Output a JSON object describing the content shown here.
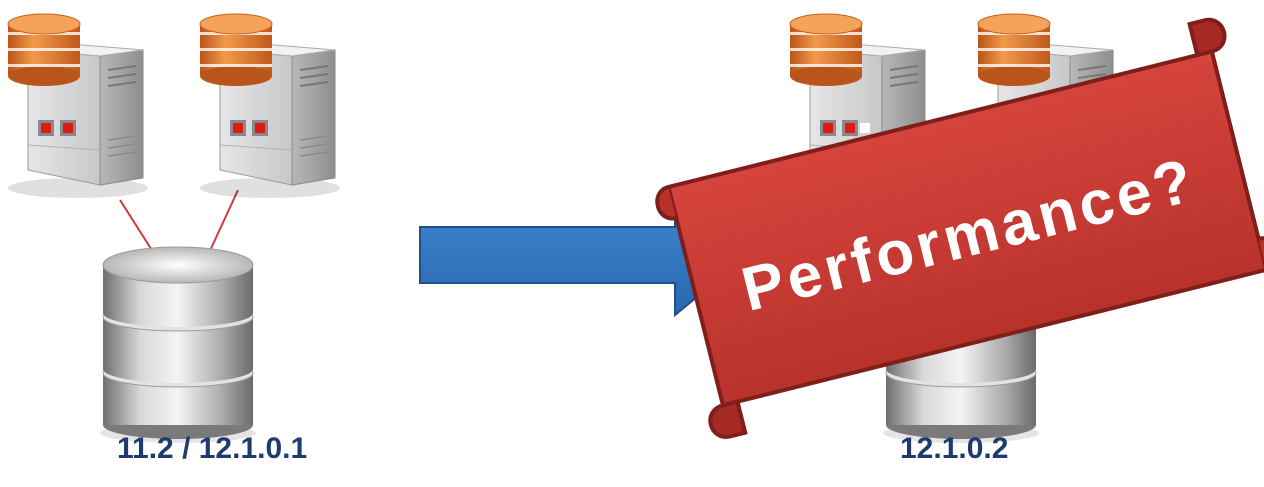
{
  "diagram": {
    "left_group": {
      "version_label": "11.2 / 12.1.0.1",
      "servers": [
        "server-icon",
        "server-icon"
      ],
      "database": "database-icon"
    },
    "arrow": {
      "icon": "right-arrow-icon",
      "color": "#2f76c0"
    },
    "right_group": {
      "version_label": "12.1.0.2",
      "servers": [
        "server-icon",
        "server-icon"
      ],
      "database": "database-icon"
    },
    "banner": {
      "text": "Performance?",
      "color": "#c93a33",
      "icon": "scroll-banner-icon"
    },
    "colors": {
      "label_text": "#1f3a6e",
      "connector": "#d03a3a",
      "disk_orange": "#e0762a",
      "chip_red": "#e01818"
    }
  }
}
